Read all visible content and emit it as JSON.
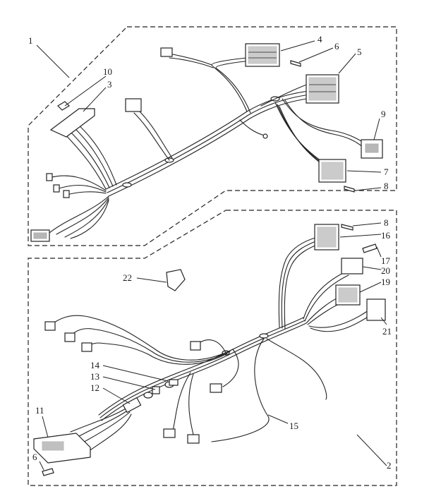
{
  "diagram": {
    "callouts": {
      "c1": "1",
      "c2": "2",
      "c3": "3",
      "c4": "4",
      "c5": "5",
      "c6a": "6",
      "c6b": "6",
      "c7": "7",
      "c8a": "8",
      "c8b": "8",
      "c9": "9",
      "c10": "10",
      "c11": "11",
      "c12": "12",
      "c13": "13",
      "c14": "14",
      "c15": "15",
      "c16": "16",
      "c17": "17",
      "c19": "19",
      "c20": "20",
      "c21": "21",
      "c22": "22"
    }
  }
}
